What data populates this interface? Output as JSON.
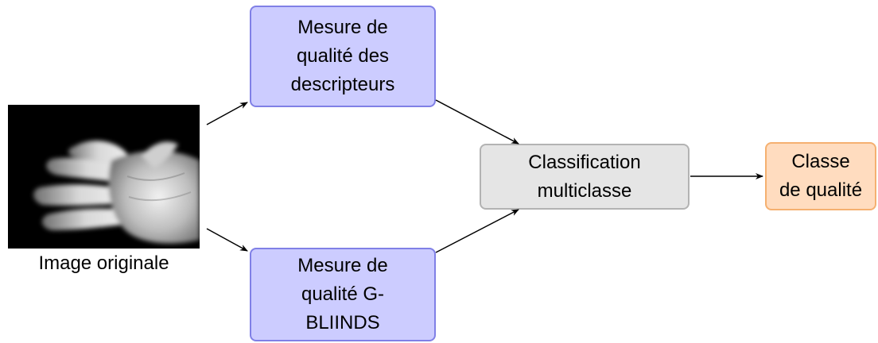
{
  "image_caption": "Image originale",
  "nodes": {
    "descriptor_quality": [
      "Mesure de",
      "qualité des",
      "descripteurs"
    ],
    "gbliinds_quality": [
      "Mesure de",
      "qualité G-",
      "BLIINDS"
    ],
    "classification": [
      "Classification",
      "multiclasse"
    ],
    "quality_class": [
      "Classe",
      "de qualité"
    ]
  },
  "colors": {
    "blue_fill": "#ccccff",
    "blue_border": "#8080e6",
    "gray_fill": "#e5e5e5",
    "gray_border": "#b3b3b3",
    "orange_fill": "#ffdcbf",
    "orange_border": "#f5b070"
  },
  "icons": [
    "hand-image"
  ]
}
